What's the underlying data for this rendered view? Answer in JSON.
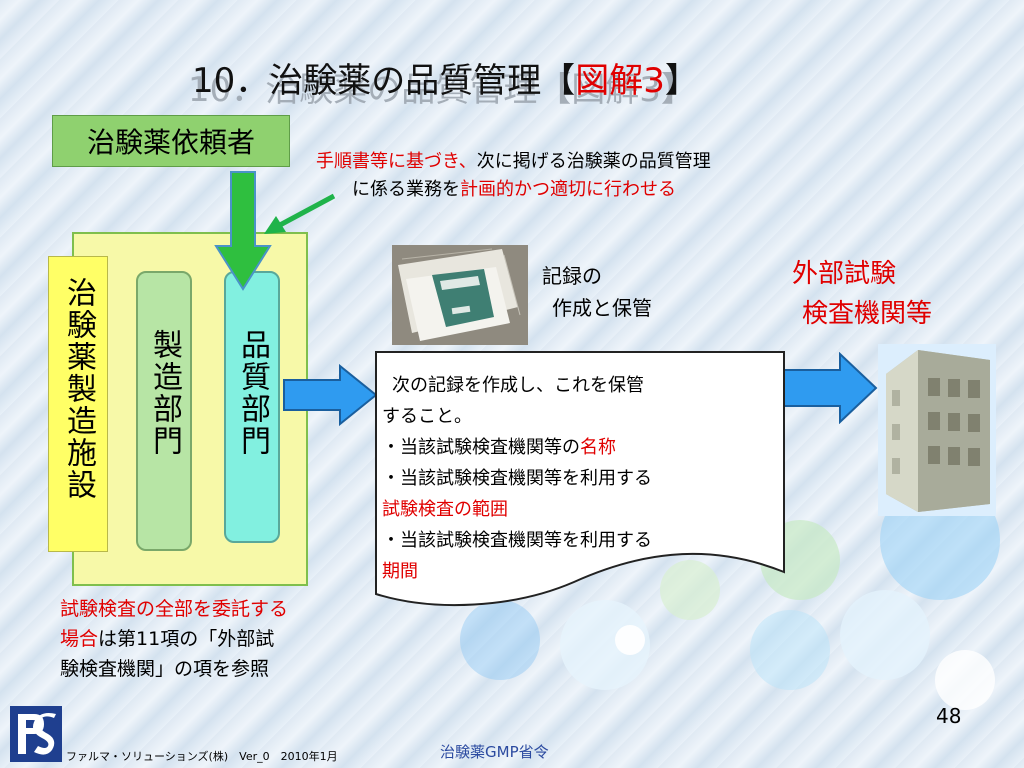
{
  "title": {
    "main": "10．治験薬の品質管理",
    "open": "【",
    "highlight": "図解3",
    "close": "】"
  },
  "requester_box": {
    "label": "治験薬依頼者"
  },
  "instruction": {
    "line1_red": "手順書等に基づき、",
    "line1_black": "次に掲げる治験薬の品質管理",
    "line2_black": "に係る業務を",
    "line2_red": "計画的かつ適切に行わせる"
  },
  "facility": {
    "label": "治験薬製造施設",
    "manufacturing": "製造部門",
    "quality": "品質部門"
  },
  "record_caption": {
    "line1": "記録の",
    "line2": "作成と保管"
  },
  "external": {
    "line1": "外部試験",
    "line2": "検査機関等"
  },
  "memo": {
    "line1": "次の記録を作成し、これを保管",
    "line2": "すること。",
    "item1_prefix": "・当該試験検査機関等の",
    "item1_red": "名称",
    "item2": "・当該試験検査機関等を利用する",
    "item2_red": "試験検査の範囲",
    "item3": "・当該試験検査機関等を利用する",
    "item3_red": "期間"
  },
  "note": {
    "line1_red": "試験検査の全部を委託する",
    "line2_red": "場合",
    "line2_black": "は第11項の「外部試",
    "line3": "験検査機関」の項を参照"
  },
  "page_number": "48",
  "footer": {
    "company": "ファルマ・ソリューションズ(株)　Ver_0　2010年1月",
    "center": "治験薬GMP省令"
  },
  "colors": {
    "red_text": "#e00000",
    "requester_fill": "#8fd16f",
    "facility_fill": "#f7f9a8",
    "facility_tag_fill": "#ffff66",
    "manufacturing_fill": "#b7e5a5",
    "quality_fill": "#82f0e0",
    "arrow_blue": "#2f9bf0",
    "arrow_green": "#2fbf3f"
  },
  "icons": [
    "documents-photo",
    "building-icon",
    "company-logo-icon",
    "green-down-arrow-icon",
    "green-diagonal-arrow-icon",
    "blue-right-arrow-icon"
  ]
}
